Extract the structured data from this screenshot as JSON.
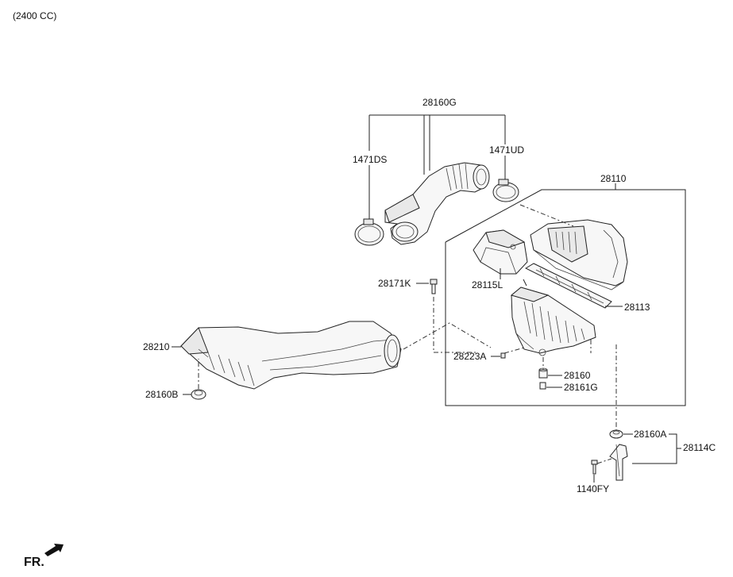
{
  "header": {
    "engine_label": "(2400 CC)"
  },
  "orientation": {
    "label": "FR."
  },
  "parts": {
    "p28160G": "28160G",
    "p1471DS": "1471DS",
    "p1471UD": "1471UD",
    "p28110": "28110",
    "p28171K": "28171K",
    "p28115L": "28115L",
    "p28113": "28113",
    "p28210": "28210",
    "p28223A": "28223A",
    "p28160": "28160",
    "p28161G": "28161G",
    "p28160B": "28160B",
    "p28160A": "28160A",
    "p28114C": "28114C",
    "p1140FY": "1140FY"
  }
}
